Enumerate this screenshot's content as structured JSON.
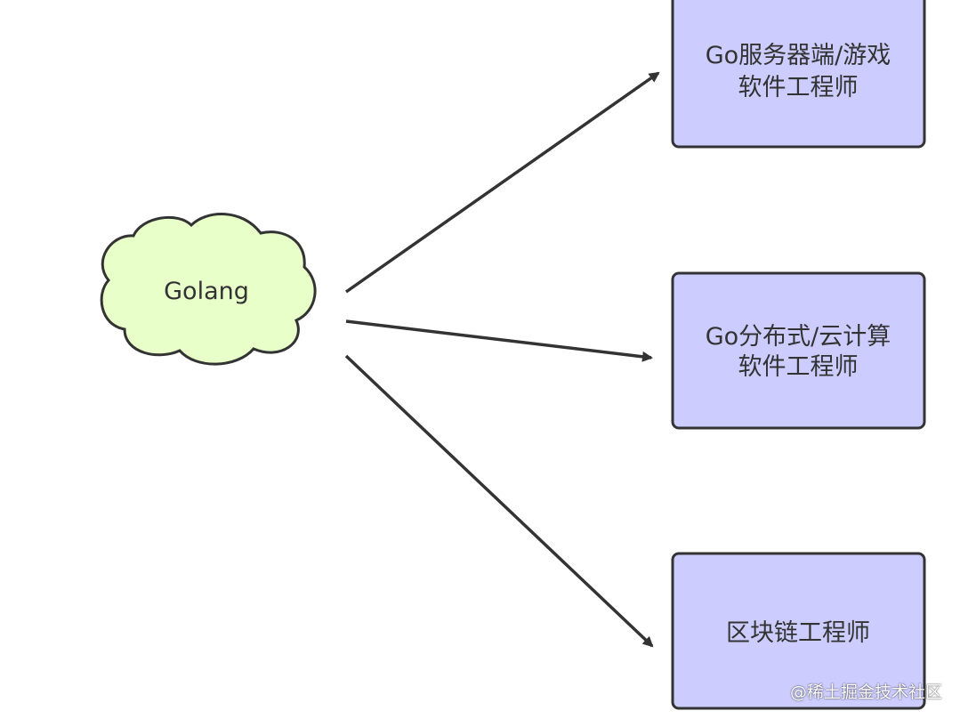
{
  "diagram": {
    "source": {
      "label": "Golang",
      "shape": "cloud",
      "fill": "#e8ffc9",
      "stroke": "#333333"
    },
    "targets": [
      {
        "lines": [
          "Go服务器端/游戏",
          "软件工程师"
        ],
        "fill": "#ccccff",
        "stroke": "#333333"
      },
      {
        "lines": [
          "Go分布式/云计算",
          "软件工程师"
        ],
        "fill": "#ccccff",
        "stroke": "#333333"
      },
      {
        "lines": [
          "区块链工程师"
        ],
        "fill": "#ccccff",
        "stroke": "#333333"
      }
    ],
    "edge_color": "#333333"
  },
  "watermark": "@稀土掘金技术社区"
}
